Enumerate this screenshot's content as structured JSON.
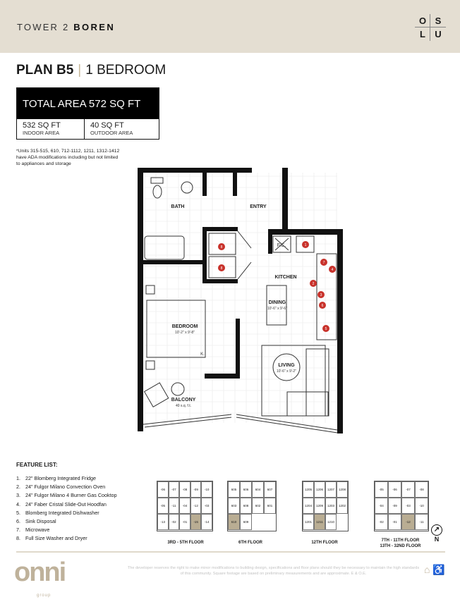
{
  "header": {
    "tower_prefix": "TOWER 2",
    "tower_name": "BOREN",
    "logo_letters": [
      "O",
      "S",
      "L",
      "U"
    ]
  },
  "plan": {
    "name": "PLAN B5",
    "type": "1 BEDROOM",
    "separator": "|"
  },
  "area": {
    "total": "TOTAL AREA 572 SQ FT",
    "indoor_value": "532 SQ FT",
    "indoor_label": "INDOOR AREA",
    "outdoor_value": "40 SQ FT",
    "outdoor_label": "OUTDOOR AREA"
  },
  "note": "*Units 315-515, 610, 712-1112, 1211, 1312-1412 have ADA modifications including but not limited to appliances and storage",
  "rooms": {
    "bath": "BATH",
    "entry": "ENTRY",
    "kitchen": "KITCHEN",
    "dining": "DINING",
    "dining_dim": "10'-6\" x 9'-6\"",
    "bedroom": "BEDROOM",
    "bedroom_dim": "10'-2\" x 9'-8\"",
    "living": "LIVING",
    "living_dim": "10'-6\" x 9'-2\"",
    "balcony": "BALCONY",
    "balcony_area": "40 s.q. f.t.",
    "fc": "F.C.",
    "k": "K."
  },
  "markers": [
    "1",
    "2",
    "3",
    "4",
    "5",
    "6",
    "7",
    "8",
    "8"
  ],
  "feature_list": {
    "title": "FEATURE LIST:",
    "items": [
      {
        "n": "1.",
        "text": "22\" Blomberg Integrated Fridge"
      },
      {
        "n": "2.",
        "text": "24\" Fulgor Milano Convection Oven"
      },
      {
        "n": "3.",
        "text": "24\" Fulgor Milano 4 Burner Gas Cooktop"
      },
      {
        "n": "4.",
        "text": "24\" Faber Cristal Slide-Out Hoodfan"
      },
      {
        "n": "5.",
        "text": "Blomberg Integrated Dishwasher"
      },
      {
        "n": "6.",
        "text": "Sink Disposal"
      },
      {
        "n": "7.",
        "text": "Microwave"
      },
      {
        "n": "8.",
        "text": "Full Size Washer and Dryer"
      }
    ]
  },
  "keyplans": [
    {
      "caption": "3RD - 5TH FLOOR",
      "units": [
        "-06",
        "-07",
        "-08",
        "-09",
        "-10",
        "-05",
        "-11",
        "-04",
        "-12",
        "-03",
        "-13",
        "-02",
        "-01",
        "-15",
        "-14"
      ],
      "highlight": "-15"
    },
    {
      "caption": "6TH FLOOR",
      "units": [
        "605",
        "606",
        "604",
        "607",
        "603",
        "608",
        "602",
        "601",
        "610",
        "609"
      ],
      "highlight": "610"
    },
    {
      "caption": "12TH FLOOR",
      "units": [
        "1205",
        "1206",
        "1207",
        "1208",
        "1204",
        "1209",
        "1203",
        "1202",
        "1201",
        "1211",
        "1210"
      ],
      "highlight": "1211"
    },
    {
      "caption": "7TH - 11TH FLOOR",
      "caption2": "13TH - 32ND FLOOR",
      "units": [
        "-05",
        "-06",
        "-07",
        "-08",
        "-04",
        "-09",
        "-03",
        "-10",
        "-02",
        "-01",
        "-12",
        "-11"
      ],
      "highlight": "-12"
    }
  ],
  "north": "N",
  "footer": {
    "logo": "onni",
    "logo_sub": "group",
    "disclaimer": "The developer reserves the right to make minor modifications to building design, specifications and floor plans should they be necessary to maintain the high standards of this community. Square footage are based on preliminary measurements and are approximate. E & O.E."
  },
  "colors": {
    "header_bg": "#e4ded2",
    "marker": "#c8322b",
    "highlight_unit": "#b9ad93",
    "logo": "#bfb29b"
  }
}
